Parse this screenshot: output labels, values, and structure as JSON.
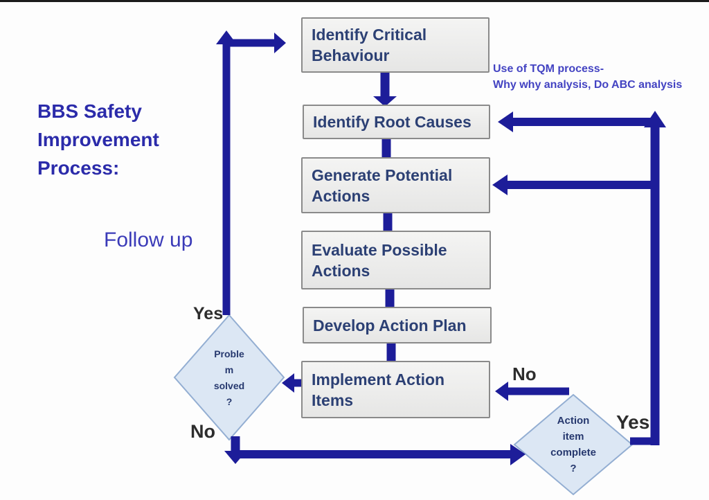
{
  "slide": {
    "title_lines": [
      "BBS Safety",
      "Improvement",
      "Process:"
    ],
    "follow_up": "Follow up",
    "annotation_line1": "Use of TQM process-",
    "annotation_line2": "Why why analysis, Do ABC analysis"
  },
  "boxes": [
    {
      "label": "Identify Critical Behaviour"
    },
    {
      "label": "Identify Root Causes"
    },
    {
      "label": "Generate Potential Actions"
    },
    {
      "label": "Evaluate Possible Actions"
    },
    {
      "label": "Develop Action Plan"
    },
    {
      "label": "Implement Action Items"
    }
  ],
  "decisions": {
    "problem_solved": {
      "line1": "Proble",
      "line2": "m",
      "line3": "solved",
      "line4": "?"
    },
    "action_item_complete": {
      "line1": "Action",
      "line2": "item",
      "line3": "complete",
      "line4": "?"
    }
  },
  "labels": {
    "yes_left": "Yes",
    "no_left": "No",
    "no_right": "No",
    "yes_right": "Yes"
  },
  "colors": {
    "arrow": "#1d1d99",
    "title_text": "#2b2baa",
    "box_text": "#2c4074",
    "annotation_text": "#4343c2",
    "follow_up_text": "#3b3bb8",
    "box_fill": "#ededec",
    "box_border": "#8a8a8a",
    "diamond_fill": "#dce7f4",
    "diamond_border": "#93aed2",
    "edge_label_text": "#2d2d2d"
  }
}
